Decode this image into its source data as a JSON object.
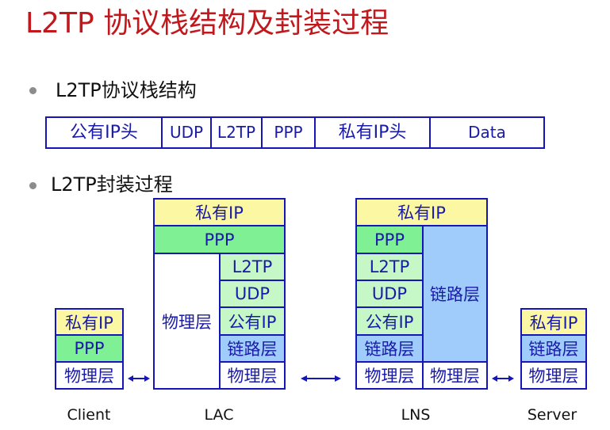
{
  "title": "L2TP 协议栈结构及封装过程",
  "bullets": [
    "L2TP协议栈结构",
    "L2TP封装过程"
  ],
  "header_fields": [
    "公有IP头",
    "UDP",
    "L2TP",
    "PPP",
    "私有IP头",
    "Data"
  ],
  "nodes": {
    "client": {
      "label": "Client",
      "layers": [
        "私有IP",
        "PPP",
        "物理层"
      ]
    },
    "lac": {
      "label": "LAC",
      "top_layers": [
        "私有IP",
        "PPP"
      ],
      "left_layer": "物理层",
      "right_layers": [
        "L2TP",
        "UDP",
        "公有IP",
        "链路层",
        "物理层"
      ]
    },
    "lns": {
      "label": "LNS",
      "top_layer": "私有IP",
      "left_layers": [
        "PPP",
        "L2TP",
        "UDP",
        "公有IP",
        "链路层",
        "物理层"
      ],
      "right_layers": [
        "链路层",
        "物理层"
      ]
    },
    "server": {
      "label": "Server",
      "layers": [
        "私有IP",
        "链路层",
        "物理层"
      ]
    }
  },
  "colors": {
    "title": "#c0181c",
    "border": "#1515b8",
    "private_ip": "#fcf7a2",
    "ppp": "#7ff194",
    "tunnel_layers": "#c6f7c7",
    "link_layer": "#9fccfa",
    "arrow": "#1515b8"
  }
}
